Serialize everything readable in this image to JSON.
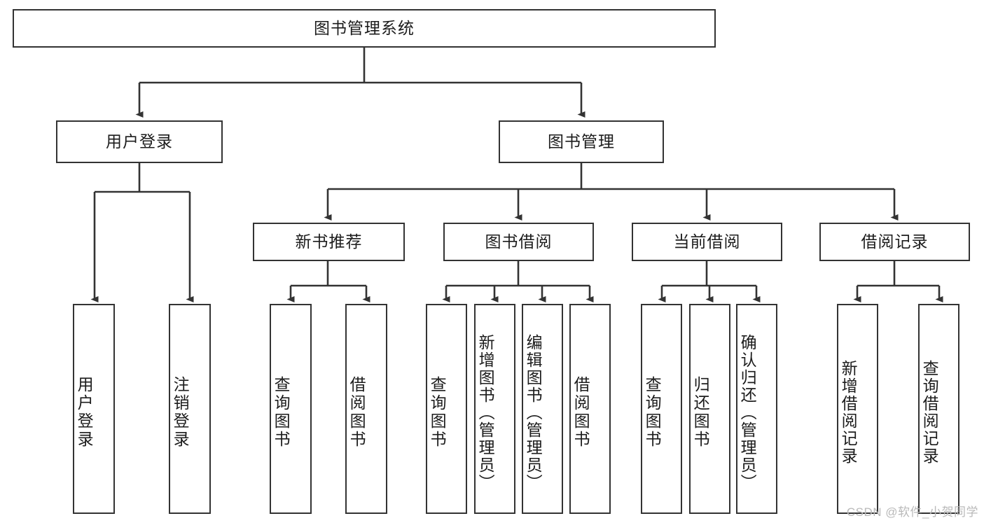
{
  "diagram": {
    "type": "tree",
    "title": "图书管理系统",
    "root": {
      "id": "root",
      "label": "图书管理系统"
    },
    "level1": [
      {
        "id": "user-login",
        "label": "用户登录"
      },
      {
        "id": "book-management",
        "label": "图书管理"
      }
    ],
    "level2": [
      {
        "id": "new-book-recommend",
        "label": "新书推荐",
        "parent": "book-management"
      },
      {
        "id": "book-borrow",
        "label": "图书借阅",
        "parent": "book-management"
      },
      {
        "id": "current-borrow",
        "label": "当前借阅",
        "parent": "book-management"
      },
      {
        "id": "borrow-record",
        "label": "借阅记录",
        "parent": "book-management"
      }
    ],
    "leaves": {
      "user_login": [
        {
          "id": "leaf-user-login",
          "label": "用户登录"
        },
        {
          "id": "leaf-logout-login",
          "label": "注销登录"
        }
      ],
      "new_book_recommend": [
        {
          "id": "leaf-query-book-1",
          "label": "查询图书"
        },
        {
          "id": "leaf-borrow-book-1",
          "label": "借阅图书"
        }
      ],
      "book_borrow": [
        {
          "id": "leaf-query-book-2",
          "label": "查询图书"
        },
        {
          "id": "leaf-add-book",
          "label": "新增图书（管理员）"
        },
        {
          "id": "leaf-edit-book",
          "label": "编辑图书（管理员）"
        },
        {
          "id": "leaf-borrow-book-2",
          "label": "借阅图书"
        }
      ],
      "current_borrow": [
        {
          "id": "leaf-query-book-3",
          "label": "查询图书"
        },
        {
          "id": "leaf-return-book",
          "label": "归还图书"
        },
        {
          "id": "leaf-confirm-return",
          "label": "确认归还（管理员）"
        }
      ],
      "borrow_record": [
        {
          "id": "leaf-add-record",
          "label": "新增借阅记录"
        },
        {
          "id": "leaf-query-record",
          "label": "查询借阅记录"
        }
      ]
    },
    "colors": {
      "stroke": "#333333",
      "fill": "#ffffff",
      "text": "#1c1c1c",
      "watermark": "#b9b9b9"
    }
  },
  "watermark": {
    "text": "CSDN @软件_小贺同学"
  }
}
